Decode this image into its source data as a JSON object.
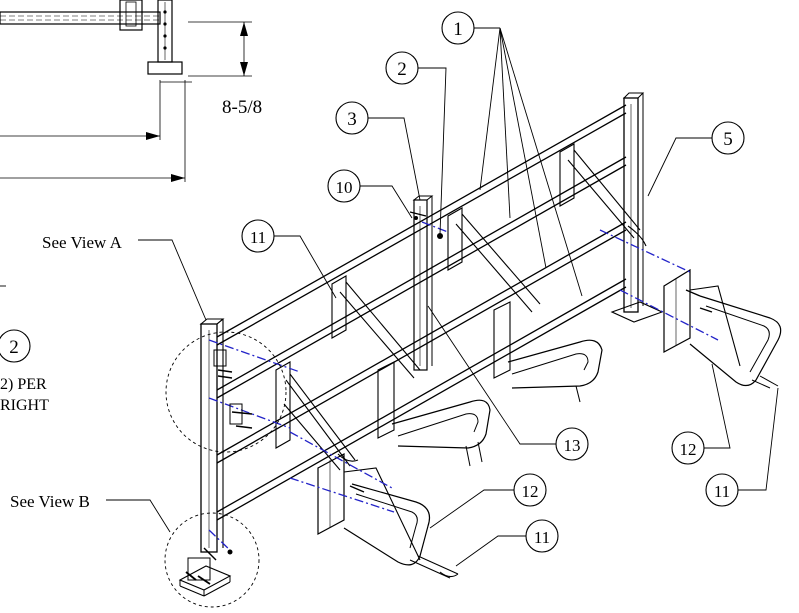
{
  "dimension": {
    "height_value": "8-5/8"
  },
  "views": {
    "view_a": "See View A",
    "view_b": "See View B"
  },
  "notes": {
    "partial_qty": "2) PER",
    "partial_upright": "RIGHT"
  },
  "balloons": {
    "b1": "1",
    "b2_top": "2",
    "b2_left": "2",
    "b3": "3",
    "b5": "5",
    "b10": "10",
    "b11_left": "11",
    "b11_right": "11",
    "b11_bottom": "11",
    "b12_right": "12",
    "b12_bottom": "12",
    "b13": "13"
  },
  "colors": {
    "line": "#000000",
    "hidden_axis": "#2323c8",
    "background": "#ffffff"
  }
}
